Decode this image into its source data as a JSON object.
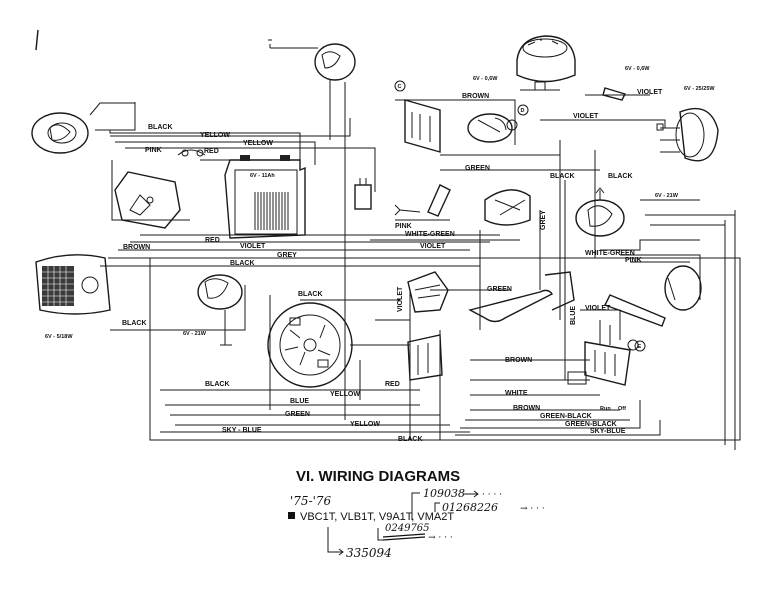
{
  "section_title": "VI. WIRING DIAGRAMS",
  "models": "VBC1T, VLB1T, V9A1T, VMA2T",
  "handwritten": {
    "years": "'75-'76",
    "serial_a": "109038",
    "serial_b": "01268226",
    "serial_c": "0249765",
    "serial_d": "335094",
    "ellipsis": "→ · · ·"
  },
  "component_labels": {
    "meter_bulb": "6V - 0,6W",
    "pilot_bulb": "6V - 0,6W",
    "headlamp_bulb": "6V - 25/25W",
    "tail_bulb": "6V - 5/18W",
    "rear_small_bulb": "6V - 21W",
    "front_small_bulb": "6V - 21W",
    "battery": "6V - 11Ah",
    "marker_c": "C",
    "marker_d": "D",
    "marker_e": "E"
  },
  "wire_labels": {
    "black_top": "BLACK",
    "yellow_top": "YELLOW",
    "yellow_2": "YELLOW",
    "pink": "PINK",
    "red_top": "RED",
    "brown_top": "BROWN",
    "violet_top": "VIOLET",
    "violet_head": "VIOLET",
    "green_mid": "GREEN",
    "black_right": "BLACK",
    "black_far_right": "BLACK",
    "grey": "GREY",
    "pink_plug": "PINK",
    "white_green": "WHITE-GREEN",
    "violet_mid": "VIOLET",
    "red_mid": "RED",
    "violet_2": "VIOLET",
    "grey_2": "GREY",
    "brown_left": "BROWN",
    "black_mid": "BLACK",
    "white_green_right": "WHITE-GREEN",
    "pink_right": "PINK",
    "green_2": "GREEN",
    "violet_v": "VIOLET",
    "blue_v": "BLUE",
    "violet_right": "VIOLET",
    "black_stator": "BLACK",
    "black_left_low": "BLACK",
    "brown_low": "BROWN",
    "black_low": "BLACK",
    "red_low": "RED",
    "yellow_low": "YELLOW",
    "white_low": "WHITE",
    "blue_low": "BLUE",
    "brown_low2": "BROWN",
    "green_low": "GREEN",
    "green_black": "GREEN-BLACK",
    "yellow_bottom": "YELLOW",
    "green_black_2": "GREEN-BLACK",
    "sky_blue_left": "SKY - BLUE",
    "sky_blue_right": "SKY-BLUE",
    "black_bottom": "BLACK"
  },
  "switch_labels": {
    "off": "Off",
    "run": "Run"
  }
}
